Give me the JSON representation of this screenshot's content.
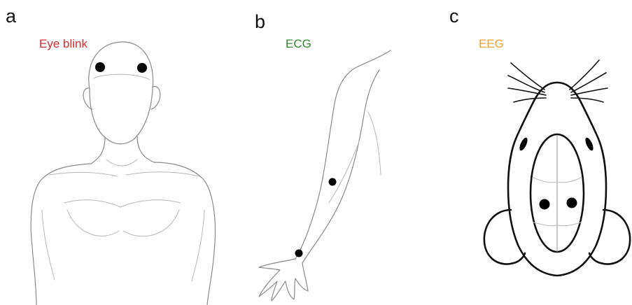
{
  "panels": [
    {
      "letter": "a",
      "label": "Eye blink",
      "color": "#d92b2b"
    },
    {
      "letter": "b",
      "label": "ECG",
      "color": "#2e8b2e"
    },
    {
      "letter": "c",
      "label": "EEG",
      "color": "#f0a030"
    }
  ]
}
